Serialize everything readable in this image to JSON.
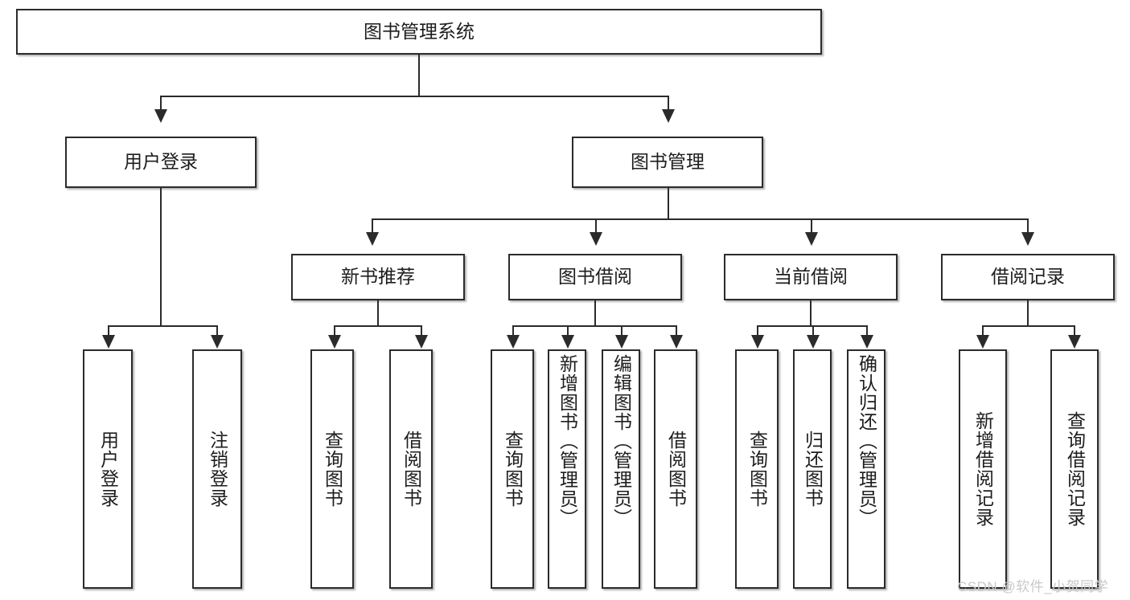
{
  "diagram": {
    "type": "tree",
    "title": "图书管理系统",
    "root": {
      "id": "root",
      "label": "图书管理系统"
    },
    "level2": [
      {
        "id": "user-login",
        "label": "用户登录"
      },
      {
        "id": "book-management",
        "label": "图书管理"
      }
    ],
    "level3": [
      {
        "id": "new-book-recommend",
        "label": "新书推荐",
        "parent": "book-management"
      },
      {
        "id": "book-borrow",
        "label": "图书借阅",
        "parent": "book-management"
      },
      {
        "id": "current-borrow",
        "label": "当前借阅",
        "parent": "book-management"
      },
      {
        "id": "borrow-record",
        "label": "借阅记录",
        "parent": "book-management"
      }
    ],
    "leaves": {
      "user-login": [
        {
          "id": "leaf-user-login",
          "label": "用户登录"
        },
        {
          "id": "leaf-user-logout",
          "label": "注销登录"
        }
      ],
      "new-book-recommend": [
        {
          "id": "leaf-query-book-1",
          "label": "查询图书"
        },
        {
          "id": "leaf-borrow-book-1",
          "label": "借阅图书"
        }
      ],
      "book-borrow": [
        {
          "id": "leaf-query-book-2",
          "label": "查询图书"
        },
        {
          "id": "leaf-add-book-admin",
          "label": "新增图书（管理员）"
        },
        {
          "id": "leaf-edit-book-admin",
          "label": "编辑图书（管理员）"
        },
        {
          "id": "leaf-borrow-book-2",
          "label": "借阅图书"
        }
      ],
      "current-borrow": [
        {
          "id": "leaf-query-book-3",
          "label": "查询图书"
        },
        {
          "id": "leaf-return-book",
          "label": "归还图书"
        },
        {
          "id": "leaf-confirm-return-admin",
          "label": "确认归还（管理员）"
        }
      ],
      "borrow-record": [
        {
          "id": "leaf-add-borrow-record",
          "label": "新增借阅记录"
        },
        {
          "id": "leaf-query-borrow-record",
          "label": "查询借阅记录"
        }
      ]
    },
    "colors": {
      "stroke": "#2b2b2b",
      "fill": "#ffffff",
      "text": "#1d1d1d",
      "watermark": "#c9c9c9"
    }
  },
  "watermark": {
    "text": "CSDN @软件_小贺同学"
  }
}
